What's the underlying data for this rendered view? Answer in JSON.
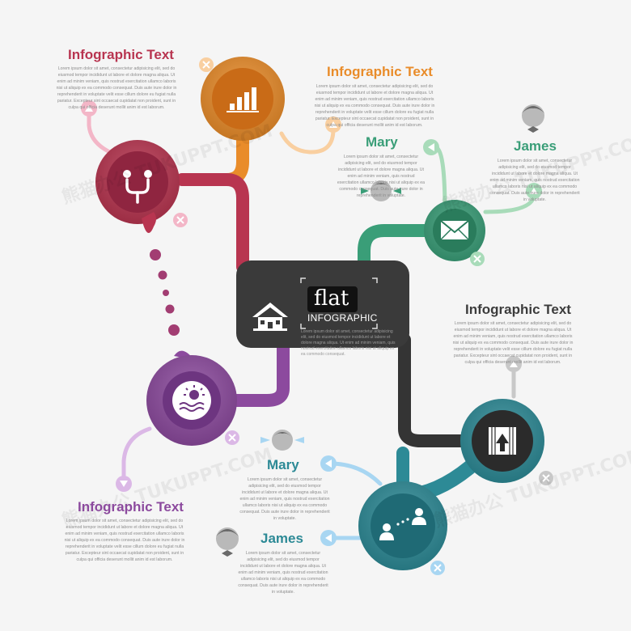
{
  "colors": {
    "orange": "#e98c2a",
    "red": "#b83550",
    "green": "#3a9e78",
    "purple": "#8c4a9e",
    "teal": "#2d8a96",
    "dark": "#3a3a3a",
    "heading_grey": "#3c3c3c"
  },
  "center": {
    "title": "flat",
    "subtitle": "INFOGRAPHIC",
    "text": "Lorem ipsum dolor sit amet, consectetur adipisicing elit, sed do eiusmod tempor incididunt ut labore et dolore magna aliqua. Ut enim ad minim veniam, quis nostrud exercitation ullamco laboris nisi ut aliquip ex ea commodo consequat."
  },
  "blocks": {
    "top_left": {
      "title": "Infographic Text",
      "text": "Lorem ipsum dolor sit amet, consectetur adipisicing elit, sed do eiusmod tempor incididunt ut labore et dolore magna aliqua. Ut enim ad minim veniam, quis nostrud exercitation ullamco laboris nisi ut aliquip ex ea commodo consequat. Duis aute irure dolor in reprehenderit in voluptate velit esse cillum dolore eu fugiat nulla pariatur. Excepteur sint occaecat cupidatat non proident, sunt in culpa qui officia deserunt mollit anim id est laborum."
    },
    "top_right": {
      "title": "Infographic Text",
      "text": "Lorem ipsum dolor sit amet, consectetur adipisicing elit, sed do eiusmod tempor incididunt ut labore et dolore magna aliqua. Ut enim ad minim veniam, quis nostrud exercitation ullamco laboris nisi ut aliquip ex ea commodo consequat. Duis aute irure dolor in reprehenderit in voluptate velit esse cillum dolore eu fugiat nulla pariatur. Excepteur sint occaecat cupidatat non proident, sunt in culpa qui officia deserunt mollit anim id est laborum."
    },
    "mary_top": {
      "title": "Mary",
      "text": "Lorem ipsum dolor sit amet, consectetur adipisicing elit, sed do eiusmod tempor incididunt ut labore et dolore magna aliqua. Ut enim ad minim veniam, quis nostrud exercitation ullamco laboris nisi ut aliquip ex ea commodo consequat. Duis aute irure dolor in reprehenderit in voluptate."
    },
    "james_top": {
      "title": "James",
      "text": "Lorem ipsum dolor sit amet, consectetur adipisicing elit, sed do eiusmod tempor incididunt ut labore et dolore magna aliqua. Ut enim ad minim veniam, quis nostrud exercitation ullamco laboris nisi ut aliquip ex ea commodo consequat. Duis aute irure dolor in reprehenderit in voluptate."
    },
    "right_middle": {
      "title": "Infographic Text",
      "text": "Lorem ipsum dolor sit amet, consectetur adipisicing elit, sed do eiusmod tempor incididunt ut labore et dolore magna aliqua. Ut enim ad minim veniam, quis nostrud exercitation ullamco laboris nisi ut aliquip ex ea commodo consequat. Duis aute irure dolor in reprehenderit in voluptate velit esse cillum dolore eu fugiat nulla pariatur. Excepteur sint occaecat cupidatat non proident, sunt in culpa qui officia deserunt mollit anim id est laborum."
    },
    "mary_bottom": {
      "title": "Mary",
      "text": "Lorem ipsum dolor sit amet, consectetur adipisicing elit, sed do eiusmod tempor incididunt ut labore et dolore magna aliqua. Ut enim ad minim veniam, quis nostrud exercitation ullamco laboris nisi ut aliquip ex ea commodo consequat. Duis aute irure dolor in reprehenderit in voluptate."
    },
    "bottom_left": {
      "title": "Infographic Text",
      "text": "Lorem ipsum dolor sit amet, consectetur adipisicing elit, sed do eiusmod tempor incididunt ut labore et dolore magna aliqua. Ut enim ad minim veniam, quis nostrud exercitation ullamco laboris nisi ut aliquip ex ea commodo consequat. Duis aute irure dolor in reprehenderit in voluptate velit esse cillum dolore eu fugiat nulla pariatur. Excepteur sint occaecat cupidatat non proident, sunt in culpa qui officia deserunt mollit anim id est laborum."
    },
    "james_bottom": {
      "title": "James",
      "text": "Lorem ipsum dolor sit amet, consectetur adipisicing elit, sed do eiusmod tempor incididunt ut labore et dolore magna aliqua. Ut enim ad minim veniam, quis nostrud exercitation ullamco laboris nisi ut aliquip ex ea commodo consequat. Duis aute irure dolor in reprehenderit in voluptate."
    }
  },
  "watermark": "熊猫办公 TUKUPPT.COM",
  "icons": {
    "orange": "bar-chart-icon",
    "red": "route-pins-icon",
    "green": "envelope-icon",
    "center": "house-icon",
    "purple": "weather-icon",
    "teal_upper": "upload-arrow-icon",
    "teal_lower": "people-chat-icon"
  }
}
